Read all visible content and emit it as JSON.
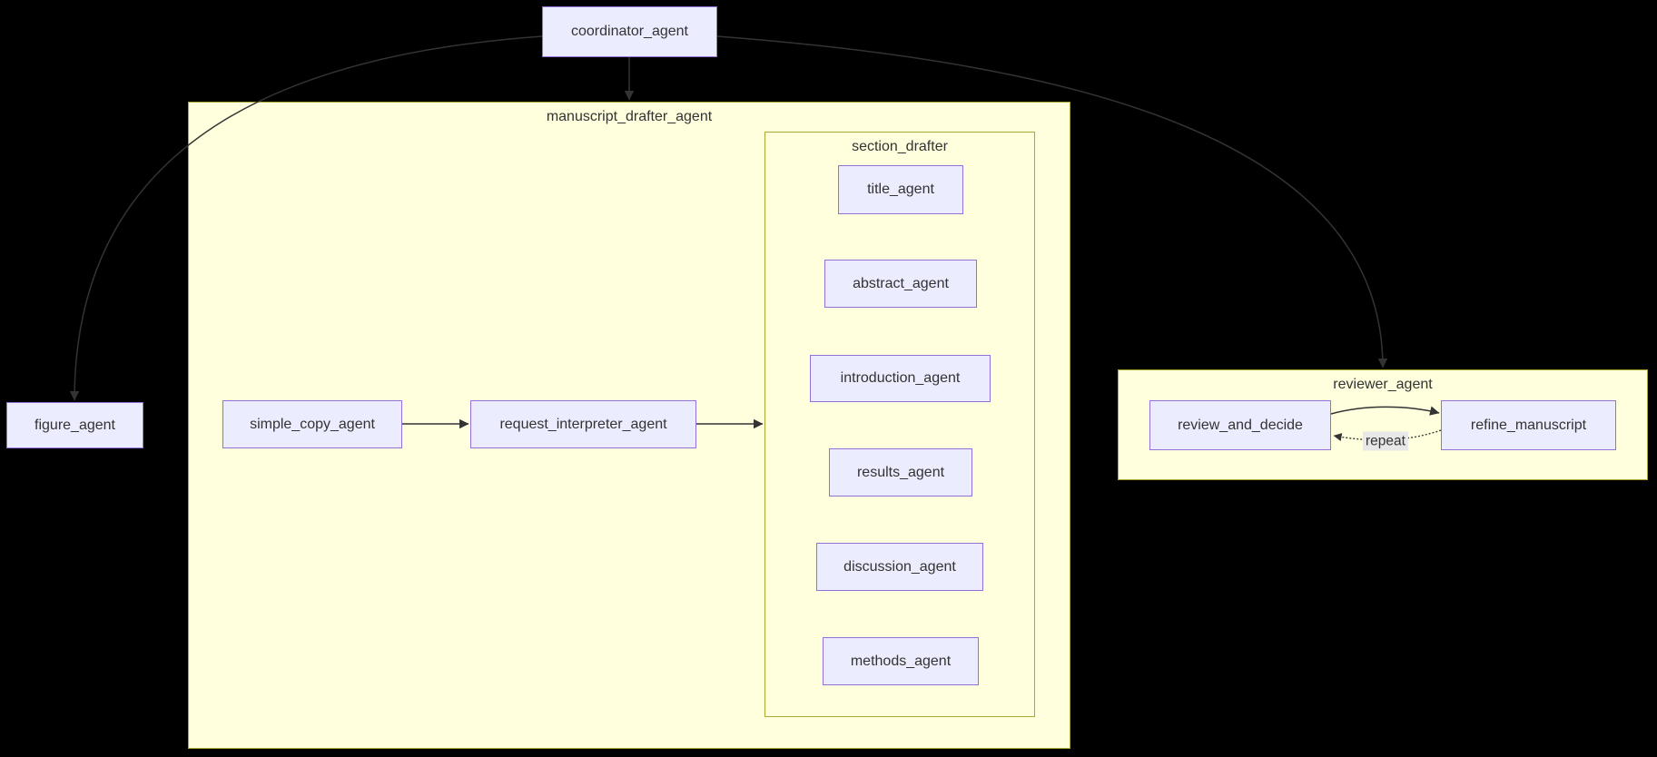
{
  "diagram": {
    "type": "flowchart",
    "nodes": {
      "coordinator_agent": "coordinator_agent",
      "figure_agent": "figure_agent",
      "simple_copy_agent": "simple_copy_agent",
      "request_interpreter_agent": "request_interpreter_agent",
      "title_agent": "title_agent",
      "abstract_agent": "abstract_agent",
      "introduction_agent": "introduction_agent",
      "results_agent": "results_agent",
      "discussion_agent": "discussion_agent",
      "methods_agent": "methods_agent",
      "review_and_decide": "review_and_decide",
      "refine_manuscript": "refine_manuscript"
    },
    "clusters": {
      "manuscript_drafter_agent": "manuscript_drafter_agent",
      "section_drafter": "section_drafter",
      "reviewer_agent": "reviewer_agent"
    },
    "edges": [
      {
        "from": "coordinator_agent",
        "to": "figure_agent",
        "style": "solid"
      },
      {
        "from": "coordinator_agent",
        "to": "manuscript_drafter_agent",
        "style": "solid"
      },
      {
        "from": "coordinator_agent",
        "to": "reviewer_agent",
        "style": "solid"
      },
      {
        "from": "simple_copy_agent",
        "to": "request_interpreter_agent",
        "style": "solid"
      },
      {
        "from": "request_interpreter_agent",
        "to": "section_drafter",
        "style": "solid"
      },
      {
        "from": "review_and_decide",
        "to": "refine_manuscript",
        "style": "solid"
      },
      {
        "from": "refine_manuscript",
        "to": "review_and_decide",
        "style": "dotted",
        "label": "repeat"
      }
    ],
    "colors": {
      "background": "#000000",
      "node_fill": "#ececff",
      "node_border": "#9370db",
      "cluster_fill": "#ffffde",
      "cluster_border": "#aaaa33",
      "edge": "#333333",
      "text": "#333333",
      "edge_label_bg": "#e8e8e8"
    }
  }
}
